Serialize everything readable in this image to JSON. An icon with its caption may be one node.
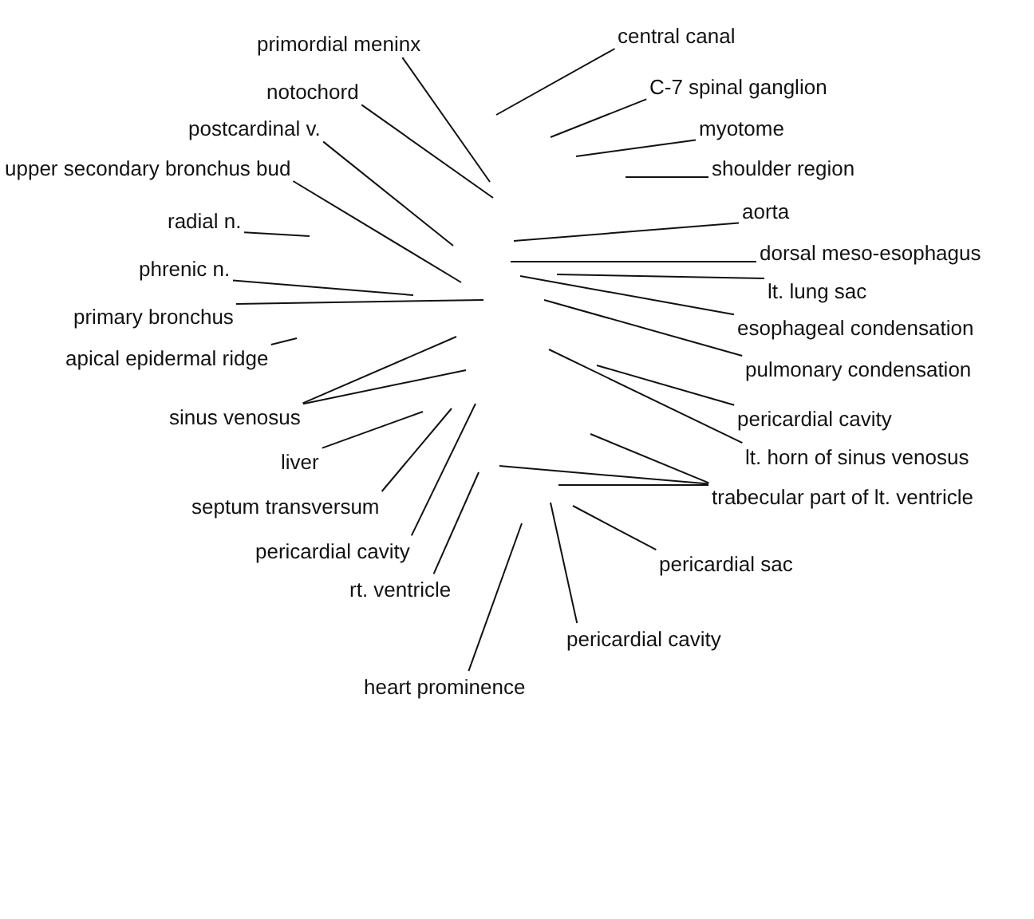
{
  "diagram": {
    "nodes": [
      {
        "text": [
          "primordial meninx"
        ]
      },
      {
        "text": [
          "central canal"
        ]
      },
      {
        "text": [
          "notochord"
        ]
      },
      {
        "text": [
          "C-7 spinal ganglion"
        ]
      },
      {
        "text": [
          "postcardinal v."
        ]
      },
      {
        "text": [
          "myotome"
        ]
      },
      {
        "text": [
          "upper secondary bronchus bud"
        ]
      },
      {
        "text": [
          "shoulder region"
        ]
      },
      {
        "text": [
          "radial n."
        ]
      },
      {
        "text": [
          "aorta"
        ]
      },
      {
        "text": [
          "phrenic n."
        ]
      },
      {
        "text": [
          "dorsal meso-esophagus"
        ]
      },
      {
        "text": [
          "lt. lung sac"
        ]
      },
      {
        "text": [
          "primary bronchus"
        ]
      },
      {
        "text": [
          "esophageal condensation"
        ]
      },
      {
        "text": [
          "apical epidermal ridge"
        ]
      },
      {
        "text": [
          "pulmonary condensation"
        ]
      },
      {
        "text": [
          "sinus venosus"
        ]
      },
      {
        "text": [
          "pericardial cavity"
        ]
      },
      {
        "text": [
          "lt. horn of sinus venosus"
        ]
      },
      {
        "text": [
          "liver"
        ]
      },
      {
        "text": [
          "trabecular part of lt. ventricle"
        ]
      },
      {
        "text": [
          "septum transversum"
        ]
      },
      {
        "text": [
          "pericardial cavity"
        ]
      },
      {
        "text": [
          "pericardial sac"
        ]
      },
      {
        "text": [
          "rt. ventricle"
        ]
      },
      {
        "text": [
          "pericardial cavity"
        ]
      },
      {
        "text": [
          "heart prominence"
        ]
      }
    ],
    "edges": [
      {
        "from": 0,
        "to": null,
        "arrow": "none"
      },
      {
        "from": 1,
        "to": null,
        "arrow": "none"
      },
      {
        "from": 2,
        "to": null,
        "arrow": "none"
      },
      {
        "from": 3,
        "to": null,
        "arrow": "none"
      },
      {
        "from": 4,
        "to": null,
        "arrow": "none"
      },
      {
        "from": 5,
        "to": null,
        "arrow": "none"
      },
      {
        "from": 6,
        "to": null,
        "arrow": "none"
      },
      {
        "from": 7,
        "to": null,
        "arrow": "none"
      },
      {
        "from": 8,
        "to": null,
        "arrow": "none"
      },
      {
        "from": 9,
        "to": null,
        "arrow": "none"
      },
      {
        "from": 10,
        "to": null,
        "arrow": "none"
      },
      {
        "from": 11,
        "to": null,
        "arrow": "none"
      },
      {
        "from": 12,
        "to": null,
        "arrow": "none"
      },
      {
        "from": 13,
        "to": null,
        "arrow": "none"
      },
      {
        "from": 14,
        "to": null,
        "arrow": "none"
      },
      {
        "from": 15,
        "to": null,
        "arrow": "none"
      },
      {
        "from": 16,
        "to": null,
        "arrow": "none"
      },
      {
        "from": 17,
        "to": null,
        "arrow": "none"
      },
      {
        "from": 17,
        "to": null,
        "arrow": "none"
      },
      {
        "from": 18,
        "to": null,
        "arrow": "none"
      },
      {
        "from": 19,
        "to": null,
        "arrow": "none"
      },
      {
        "from": 20,
        "to": null,
        "arrow": "none"
      },
      {
        "from": 21,
        "to": null,
        "arrow": "none"
      },
      {
        "from": 21,
        "to": null,
        "arrow": "none"
      },
      {
        "from": 21,
        "to": null,
        "arrow": "none"
      },
      {
        "from": 22,
        "to": null,
        "arrow": "none"
      },
      {
        "from": 23,
        "to": null,
        "arrow": "none"
      },
      {
        "from": 24,
        "to": null,
        "arrow": "none"
      },
      {
        "from": 25,
        "to": null,
        "arrow": "none"
      },
      {
        "from": 26,
        "to": null,
        "arrow": "none"
      },
      {
        "from": 27,
        "to": null,
        "arrow": "none"
      }
    ]
  }
}
